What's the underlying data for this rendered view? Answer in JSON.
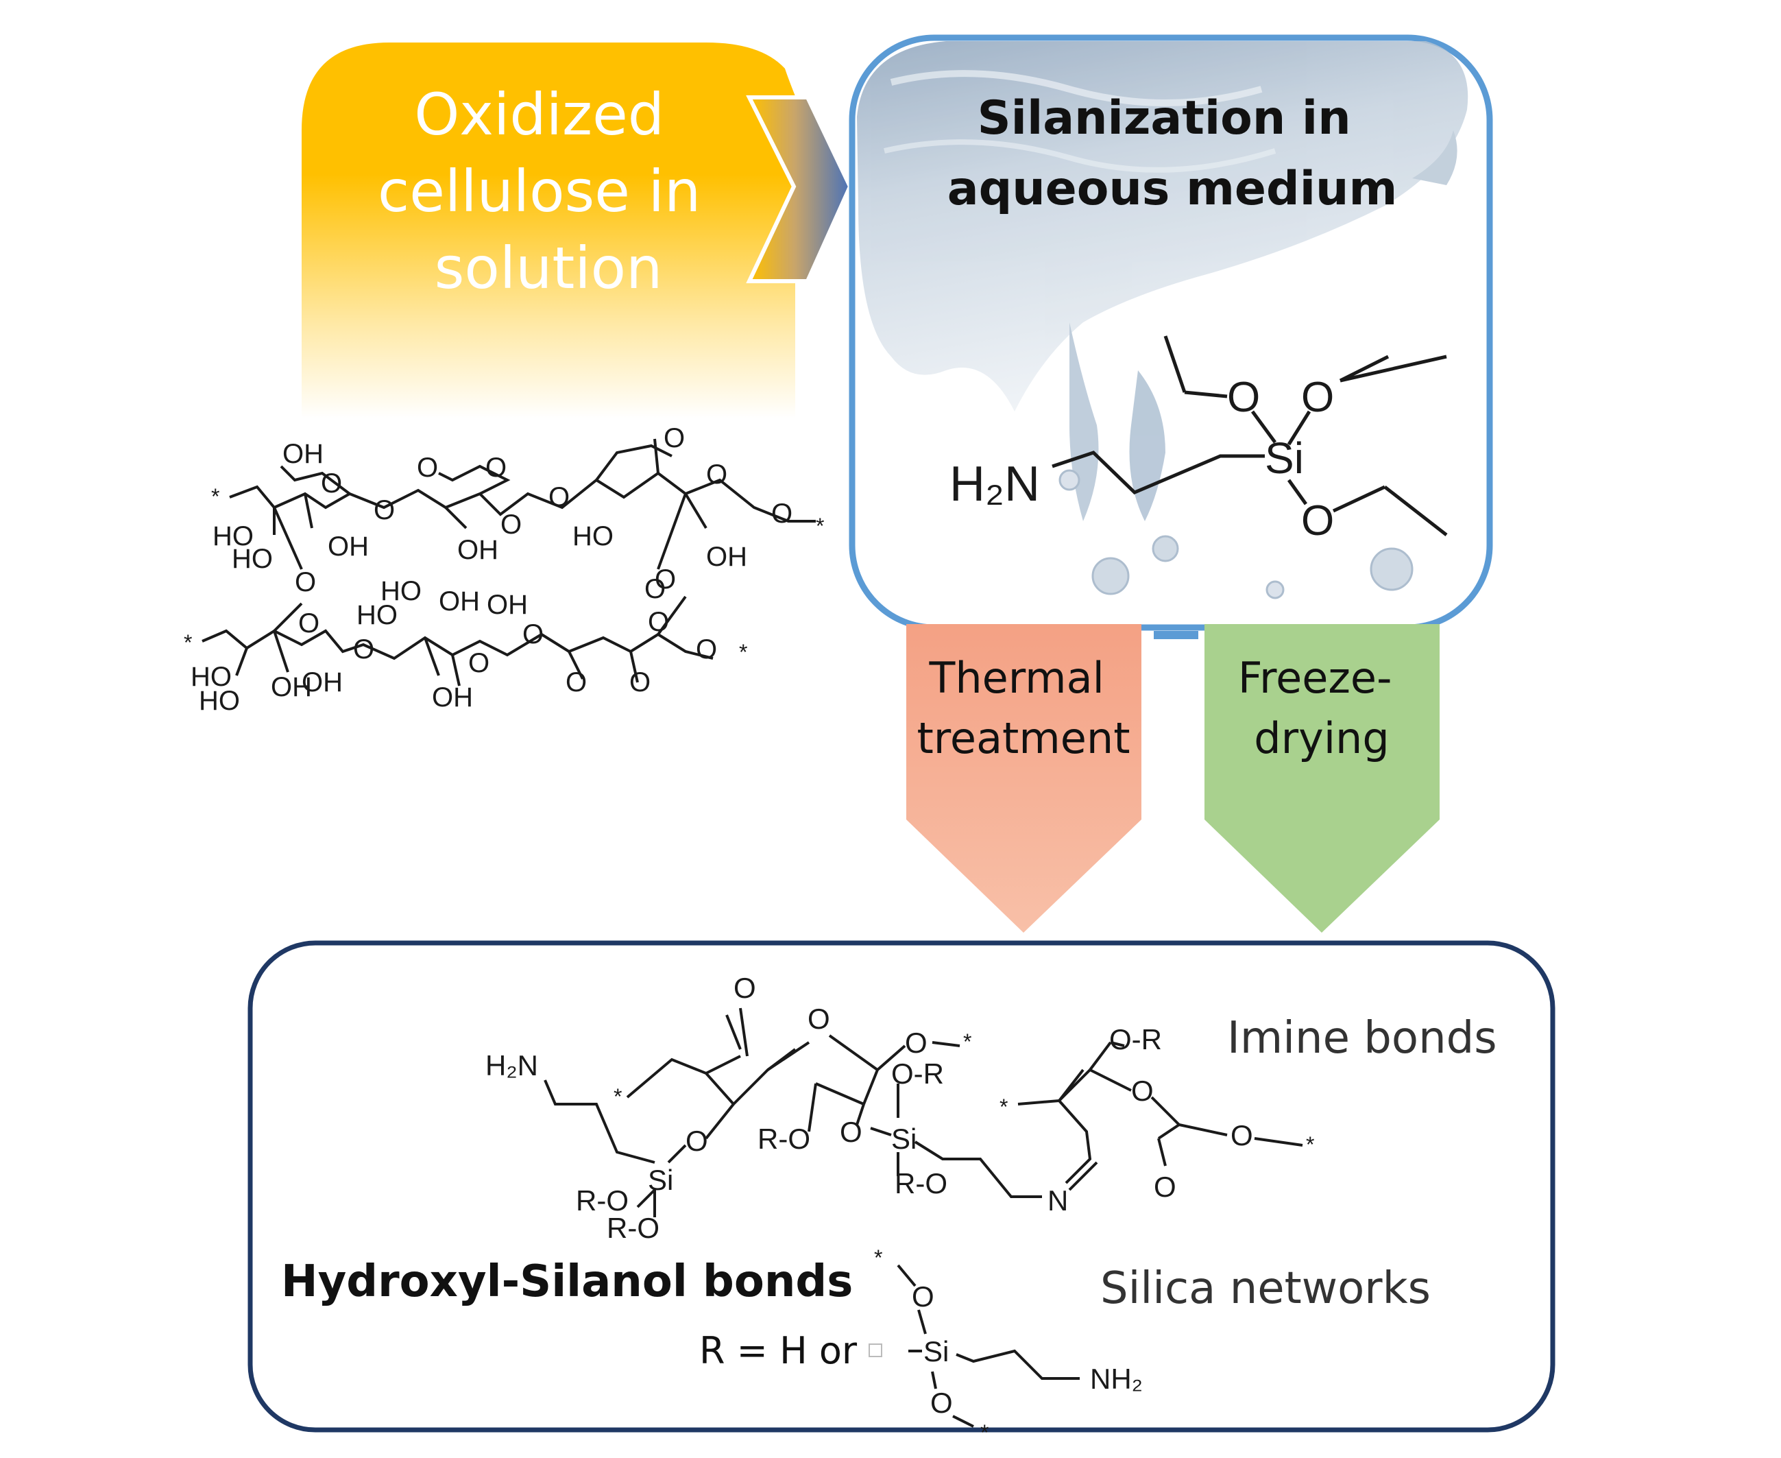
{
  "step_start": {
    "lines": [
      "Oxidized",
      "cellulose in",
      "solution"
    ],
    "gradient": [
      "#FFC000",
      "#FFFFFF"
    ]
  },
  "step_silanization": {
    "lines": [
      "Silanization in",
      "aqueous medium"
    ],
    "border_color": "#5B9BD5",
    "reagent": {
      "amine": "H₂N",
      "si": "Si",
      "o": "O"
    }
  },
  "branch_thermal": {
    "lines": [
      "Thermal",
      "treatment"
    ],
    "color": "#F4A184"
  },
  "branch_freeze": {
    "lines": [
      "Freeze-",
      "drying"
    ],
    "color": "#A9D18E"
  },
  "cellulose": {
    "oh": "OH",
    "ho": "HO",
    "o": "O",
    "end": "*"
  },
  "result": {
    "border_color": "#1F3864",
    "imine_label": "Imine bonds",
    "hydroxyl_label": "Hydroxyl-Silanol bonds",
    "silica_label": "Silica networks",
    "r_def": "R = H or",
    "chem": {
      "h2n": "H₂N",
      "nh2": "NH₂",
      "si": "Si",
      "n": "N",
      "o": "O",
      "or": "O-R",
      "ro": "R-O",
      "end": "*"
    }
  }
}
